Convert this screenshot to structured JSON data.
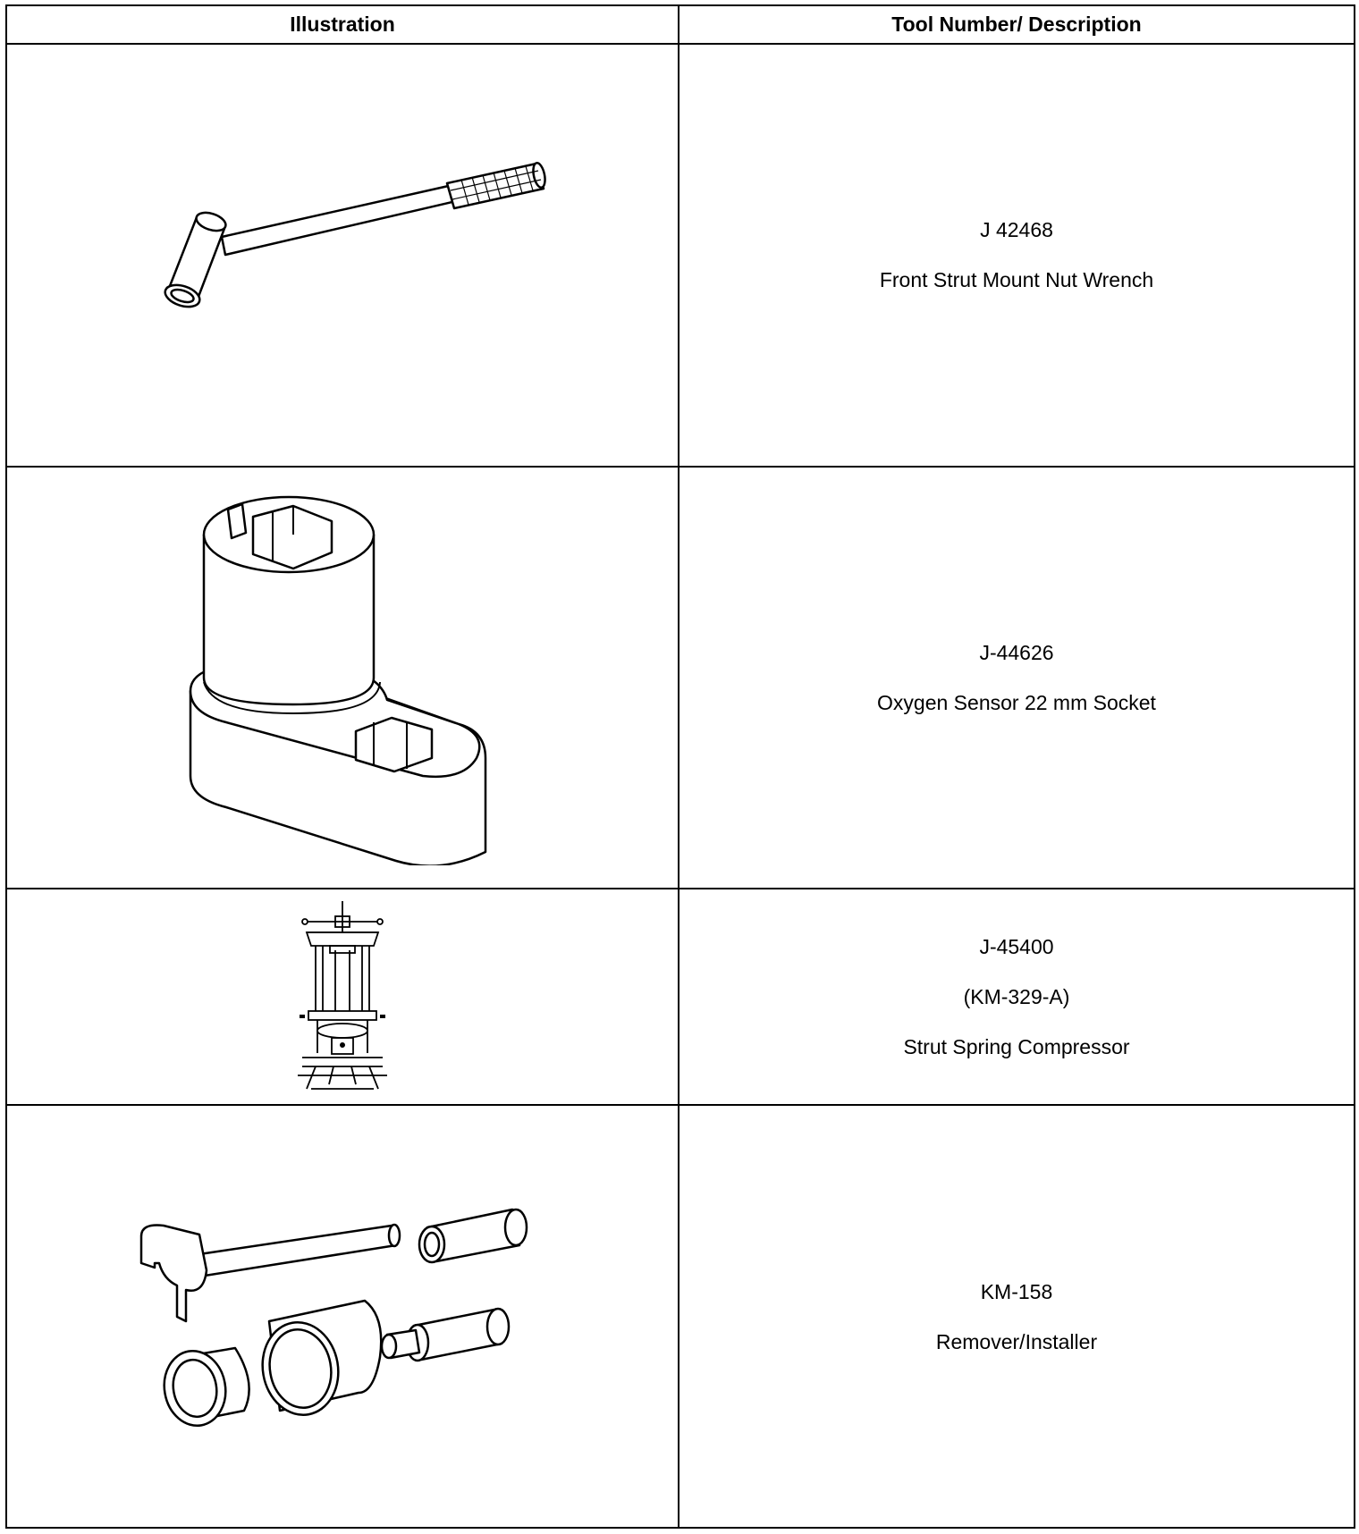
{
  "table": {
    "headers": {
      "illustration": "Illustration",
      "description": "Tool Number/ Description"
    },
    "rows": [
      {
        "icon": "strut-mount-nut-wrench-icon",
        "lines": [
          "J 42468",
          "Front Strut Mount Nut Wrench"
        ]
      },
      {
        "icon": "oxygen-sensor-socket-icon",
        "lines": [
          "J-44626",
          "Oxygen Sensor 22 mm Socket"
        ]
      },
      {
        "icon": "strut-spring-compressor-icon",
        "lines": [
          "J-45400",
          "(KM-329-A)",
          "Strut Spring Compressor"
        ]
      },
      {
        "icon": "remover-installer-kit-icon",
        "lines": [
          "KM-158",
          "Remover/Installer"
        ]
      }
    ]
  }
}
